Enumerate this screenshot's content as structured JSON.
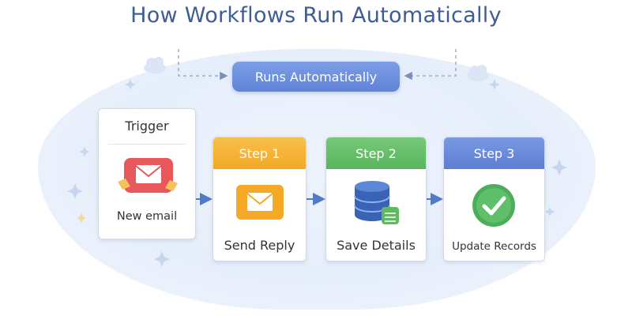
{
  "title": "How Workflows Run Automatically",
  "loop_label": "Runs Automatically",
  "trigger": {
    "heading": "Trigger",
    "label": "New email",
    "icon": "email-icon"
  },
  "steps": [
    {
      "heading": "Step 1",
      "label": "Send Reply",
      "icon": "envelope-icon",
      "color": "#f5b12f"
    },
    {
      "heading": "Step 2",
      "label": "Save Details",
      "icon": "database-icon",
      "color": "#5fb960"
    },
    {
      "heading": "Step 3",
      "label": "Update Records",
      "icon": "checkmark-icon",
      "color": "#6384d6"
    }
  ]
}
